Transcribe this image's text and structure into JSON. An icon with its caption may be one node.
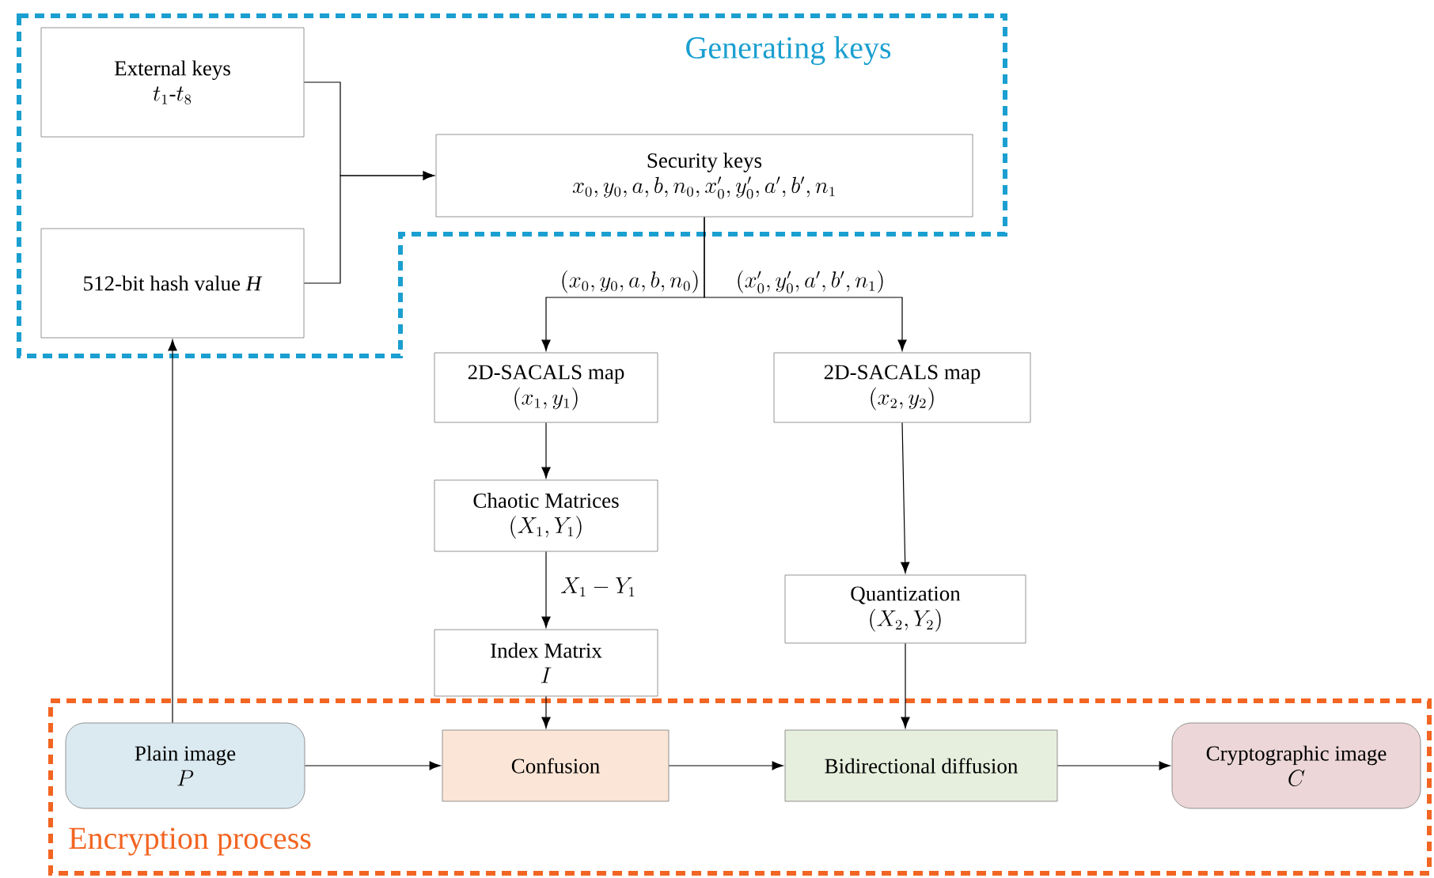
{
  "diagram": {
    "nodes": [
      {
        "text": [
          "Generating keys"
        ]
      },
      {
        "text": [
          "External keys",
          "t_1\\mbox{-}t_8"
        ],
        "in": 0
      },
      {
        "text": [
          "512-bit hash value *H*"
        ],
        "in": 0
      },
      {
        "text": [
          "Security keys",
          "x_0, y_0, a, b, n_0, x_0', y_0', a', b', n_1"
        ],
        "in": 0
      },
      {
        "text": [
          "2D-SACALS map",
          "(x_1, y_1)"
        ]
      },
      {
        "text": [
          "2D-SACALS map",
          "(x_2, y_2)"
        ]
      },
      {
        "text": [
          "Chaotic Matrices",
          "(X_1, Y_1)"
        ]
      },
      {
        "text": [
          "Quantization",
          "(X_2, Y_2)"
        ]
      },
      {
        "text": [
          "Index Matrix",
          "I"
        ]
      },
      {
        "text": [
          "Encryption process"
        ]
      },
      {
        "text": [
          "Plain image",
          "P"
        ],
        "in": 9
      },
      {
        "text": [
          "Confusion"
        ],
        "in": 9
      },
      {
        "text": [
          "Bidirectional diffusion"
        ],
        "in": 9
      },
      {
        "text": [
          "Cryptographic image",
          "C"
        ],
        "in": 9
      }
    ],
    "edges": [
      {
        "from": 1,
        "to": 3,
        "arrow": "to"
      },
      {
        "from": 2,
        "to": 3,
        "arrow": "to"
      },
      {
        "from": 3,
        "to": 4,
        "arrow": "to",
        "label": "(x_0, y_0, a, b, n_0)"
      },
      {
        "from": 3,
        "to": 5,
        "arrow": "to",
        "label": "(x_0', y_0', a', b', n_1)"
      },
      {
        "from": 4,
        "to": 6,
        "arrow": "to"
      },
      {
        "from": 6,
        "to": 8,
        "arrow": "to",
        "label": "X_1 - Y_1"
      },
      {
        "from": 5,
        "to": 7,
        "arrow": "to"
      },
      {
        "from": 8,
        "to": 11,
        "arrow": "to"
      },
      {
        "from": 7,
        "to": 12,
        "arrow": "to"
      },
      {
        "from": 10,
        "to": 2,
        "arrow": "to"
      },
      {
        "from": 10,
        "to": 11,
        "arrow": "to"
      },
      {
        "from": 11,
        "to": 12,
        "arrow": "to"
      },
      {
        "from": 12,
        "to": 13,
        "arrow": "to"
      }
    ]
  }
}
